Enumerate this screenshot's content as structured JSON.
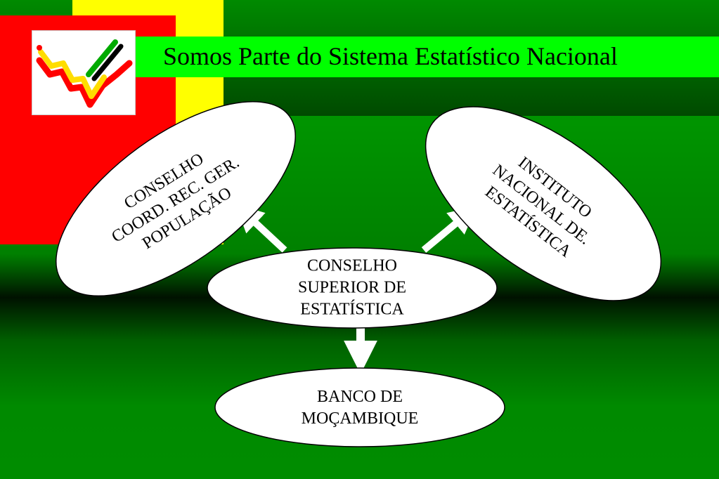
{
  "title": "Somos Parte do Sistema Estatístico Nacional",
  "colors": {
    "green": "#008a00",
    "bright_green": "#00ff00",
    "red": "#ff0000",
    "yellow": "#ffff00",
    "white": "#ffffff"
  },
  "logo": {
    "icon": "checkmark-chart-logo-icon"
  },
  "nodes": {
    "center": {
      "lines": [
        "CONSELHO",
        "SUPERIOR DE",
        "ESTATÍSTICA"
      ]
    },
    "left": {
      "lines": [
        "CONSELHO",
        "COORD. REC. GER.",
        "POPULAÇÃO"
      ]
    },
    "right": {
      "lines": [
        "INSTITUTO",
        "NACIONAL DE.",
        "ESTATÍSTICA"
      ]
    },
    "bottom": {
      "lines": [
        "BANCO DE",
        "MOÇAMBIQUE"
      ]
    }
  }
}
